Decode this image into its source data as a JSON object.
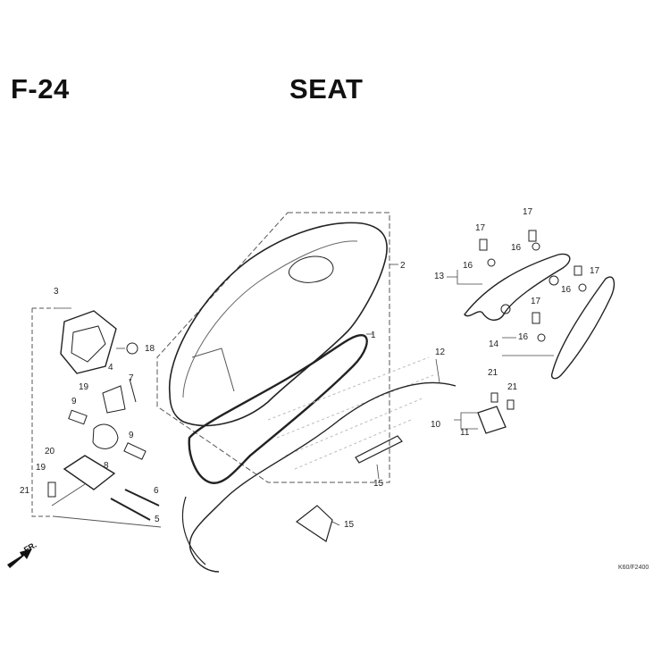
{
  "header": {
    "code": "F-24",
    "title": "SEAT"
  },
  "reference_code": "K60/F2400",
  "direction_label": "FR.",
  "callouts": [
    "1",
    "2",
    "3",
    "4",
    "5",
    "6",
    "7",
    "8",
    "9",
    "9",
    "10",
    "11",
    "12",
    "13",
    "14",
    "15",
    "15",
    "16",
    "16",
    "16",
    "16",
    "17",
    "17",
    "17",
    "17",
    "18",
    "19",
    "19",
    "20",
    "21",
    "21",
    "21"
  ]
}
